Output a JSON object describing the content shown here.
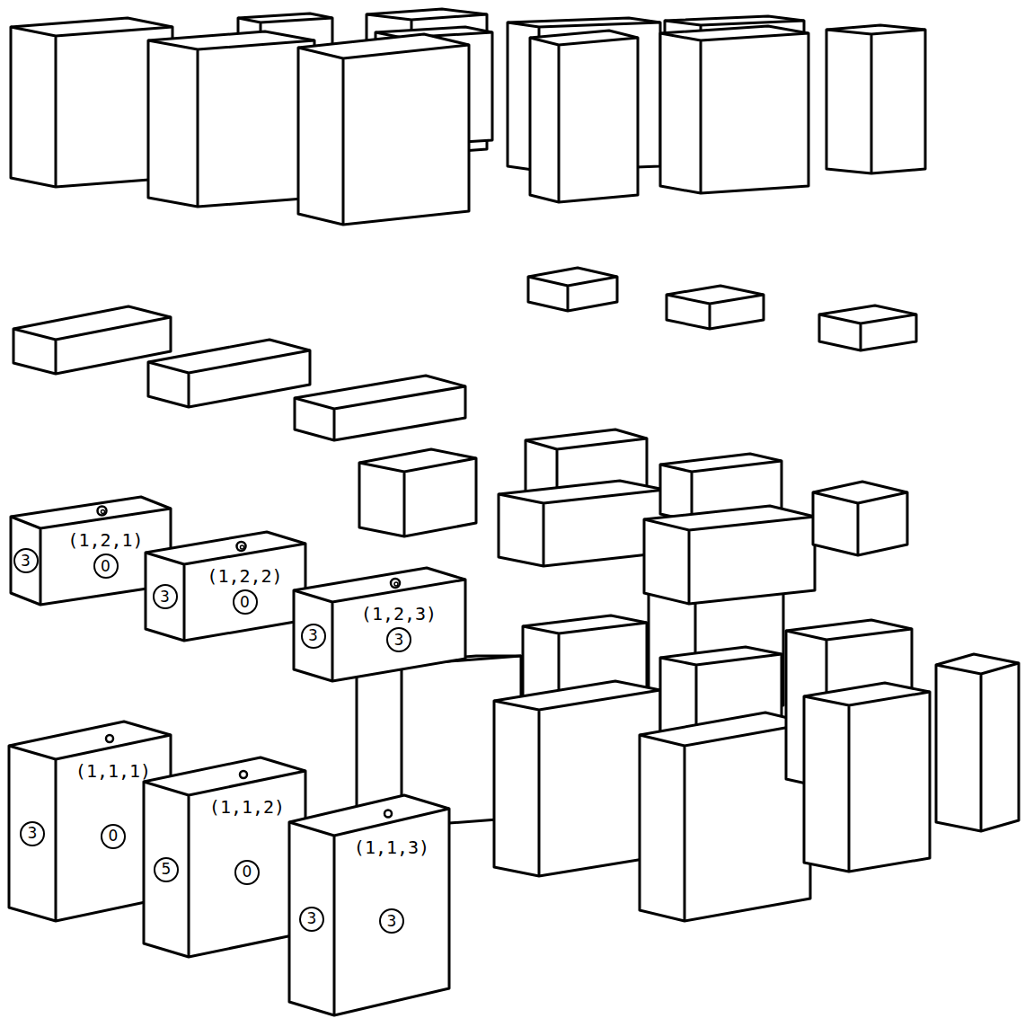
{
  "diagram": {
    "nodes": [
      {
        "text": [
          "(1,2,1)"
        ]
      },
      {
        "text": [
          "3"
        ],
        "in": 0
      },
      {
        "text": [
          "0"
        ],
        "in": 0
      },
      {
        "text": [
          "(1,2,2)"
        ]
      },
      {
        "text": [
          "3"
        ],
        "in": 3
      },
      {
        "text": [
          "0"
        ],
        "in": 3
      },
      {
        "text": [
          "(1,2,3)"
        ]
      },
      {
        "text": [
          "3"
        ],
        "in": 6
      },
      {
        "text": [
          "3"
        ],
        "in": 6
      },
      {
        "text": [
          "(1,1,1)"
        ]
      },
      {
        "text": [
          "3"
        ],
        "in": 9
      },
      {
        "text": [
          "0"
        ],
        "in": 9
      },
      {
        "text": [
          "(1,1,2)"
        ]
      },
      {
        "text": [
          "5"
        ],
        "in": 12
      },
      {
        "text": [
          "0"
        ],
        "in": 12
      },
      {
        "text": [
          "(1,1,3)"
        ]
      },
      {
        "text": [
          "3"
        ],
        "in": 15
      },
      {
        "text": [
          "3"
        ],
        "in": 15
      }
    ]
  }
}
